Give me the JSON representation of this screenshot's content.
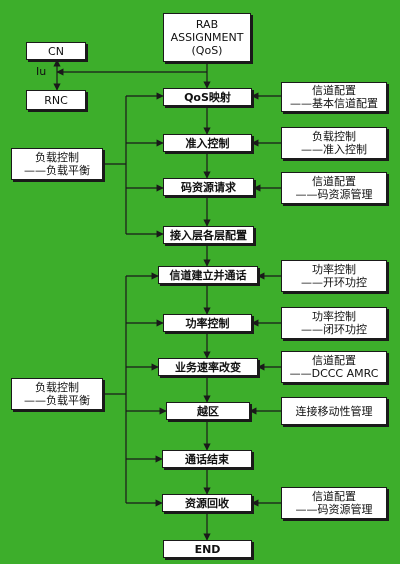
{
  "colors": {
    "background": "#3dae2b",
    "box_fill": "#ffffff",
    "stroke": "#1a1a1a"
  },
  "top": {
    "line1": "RAB",
    "line2": "ASSIGNMENT",
    "line3": "(QoS)"
  },
  "cn": "CN",
  "iu": "Iu",
  "rnc": "RNC",
  "flow": {
    "qos_map": "QoS映射",
    "admission": "准入控制",
    "code_request": "码资源请求",
    "layer_config": "接入层各层配置",
    "call_setup": "信道建立并通话",
    "power_control": "功率控制",
    "rate_change": "业务速率改变",
    "handover": "越区",
    "call_end": "通话结束",
    "resource_reclaim": "资源回收",
    "end": "END"
  },
  "side": {
    "channel_basic": {
      "line1": "信道配置",
      "line2": "——基本信道配置"
    },
    "load_admission": {
      "line1": "负载控制",
      "line2": "——准入控制"
    },
    "channel_code": {
      "line1": "信道配置",
      "line2": "——码资源管理"
    },
    "power_open": {
      "line1": "功率控制",
      "line2": "——开环功控"
    },
    "power_closed": {
      "line1": "功率控制",
      "line2": "——闭环功控"
    },
    "channel_dccc": {
      "line1": "信道配置",
      "line2": "——DCCC AMRC"
    },
    "mobility": "连接移动性管理",
    "channel_code_2": {
      "line1": "信道配置",
      "line2": "——码资源管理"
    }
  },
  "left": {
    "load_balance_1": {
      "line1": "负载控制",
      "line2": "——负载平衡"
    },
    "load_balance_2": {
      "line1": "负载控制",
      "line2": "——负载平衡"
    }
  }
}
